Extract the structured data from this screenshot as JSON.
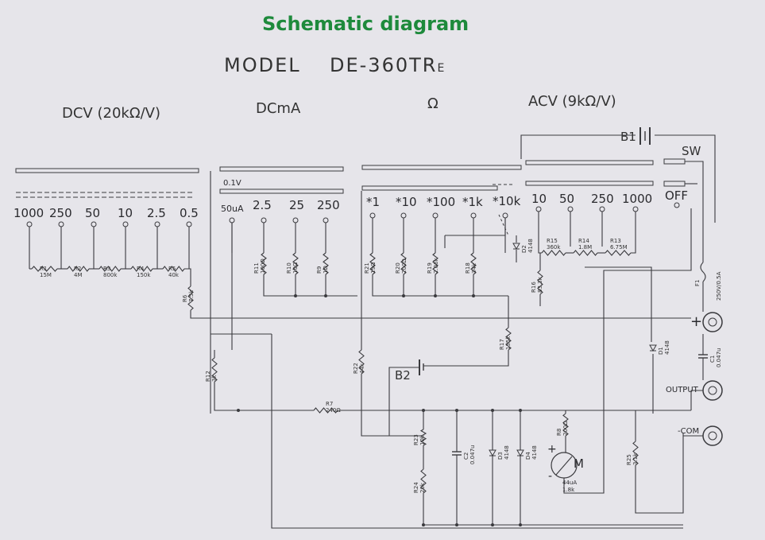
{
  "title": "Schematic diagram",
  "model_label": "MODEL",
  "model_name": "DE-360TR",
  "model_suffix": "E",
  "sections": {
    "dcv": "DCV (20kΩ/V)",
    "dcma": "DCmA",
    "ohm": "Ω",
    "acv": "ACV (9kΩ/V)"
  },
  "ranges": {
    "dcv": [
      "1000",
      "250",
      "50",
      "10",
      "2.5",
      "0.5"
    ],
    "dcma_scale": "0.1V",
    "dcma": [
      "50uA",
      "2.5",
      "25",
      "250"
    ],
    "ohm": [
      "*1",
      "*10",
      "*100",
      "*1k",
      "*10k"
    ],
    "acv": [
      "10",
      "50",
      "250",
      "1000"
    ],
    "off": "OFF"
  },
  "resistors": {
    "r1": [
      "R1",
      "15M"
    ],
    "r2": [
      "R2",
      "4M"
    ],
    "r3": [
      "R3",
      "800k"
    ],
    "r4": [
      "R4",
      "150k"
    ],
    "r5": [
      "R5",
      "40k"
    ],
    "r6": [
      "R6",
      "7.5k"
    ],
    "r11": [
      "R11",
      "100Ω"
    ],
    "r10": [
      "R10",
      "10Ω"
    ],
    "r9": [
      "R9",
      "1Ω"
    ],
    "r21": [
      "R21",
      "19Ω"
    ],
    "r20": [
      "R20",
      "200Ω"
    ],
    "r19": [
      "R19",
      "2.06k"
    ],
    "r18": [
      "R18",
      "34k"
    ],
    "r15": [
      "R15",
      "360k"
    ],
    "r14": [
      "R14",
      "1.8M"
    ],
    "r13": [
      "R13",
      "6.75M"
    ],
    "r16": [
      "R16",
      "83.3k"
    ],
    "r17": [
      "R17",
      "135k"
    ],
    "r12": [
      "R12",
      "3k"
    ],
    "r22": [
      "R22",
      "44k"
    ],
    "r7": [
      "R7",
      "240Ω"
    ],
    "r23": [
      "R23",
      "10k"
    ],
    "r24": [
      "R24",
      "20k"
    ],
    "r8": [
      "R8",
      "200Ω"
    ],
    "r25": [
      "R25",
      "3.1k"
    ]
  },
  "diodes": {
    "d2": [
      "D2",
      "4148"
    ],
    "d1": [
      "D1",
      "4148"
    ],
    "d3": [
      "D3",
      "4148"
    ],
    "d4": [
      "D4",
      "4148"
    ]
  },
  "capacitors": {
    "c2": [
      "C2",
      "0.047u"
    ],
    "c1": [
      "C1",
      "0.047u"
    ]
  },
  "fuse": [
    "F1",
    "250V/0.5A"
  ],
  "battery_b1": "B1",
  "battery_b2": "B2",
  "switch": "SW",
  "meter": {
    "symbol": "M",
    "current": "44uA",
    "resistance": "1.8k",
    "plus": "+",
    "minus": "-"
  },
  "terminals": {
    "plus": "+",
    "output": "OUTPUT",
    "com": "-COM"
  }
}
